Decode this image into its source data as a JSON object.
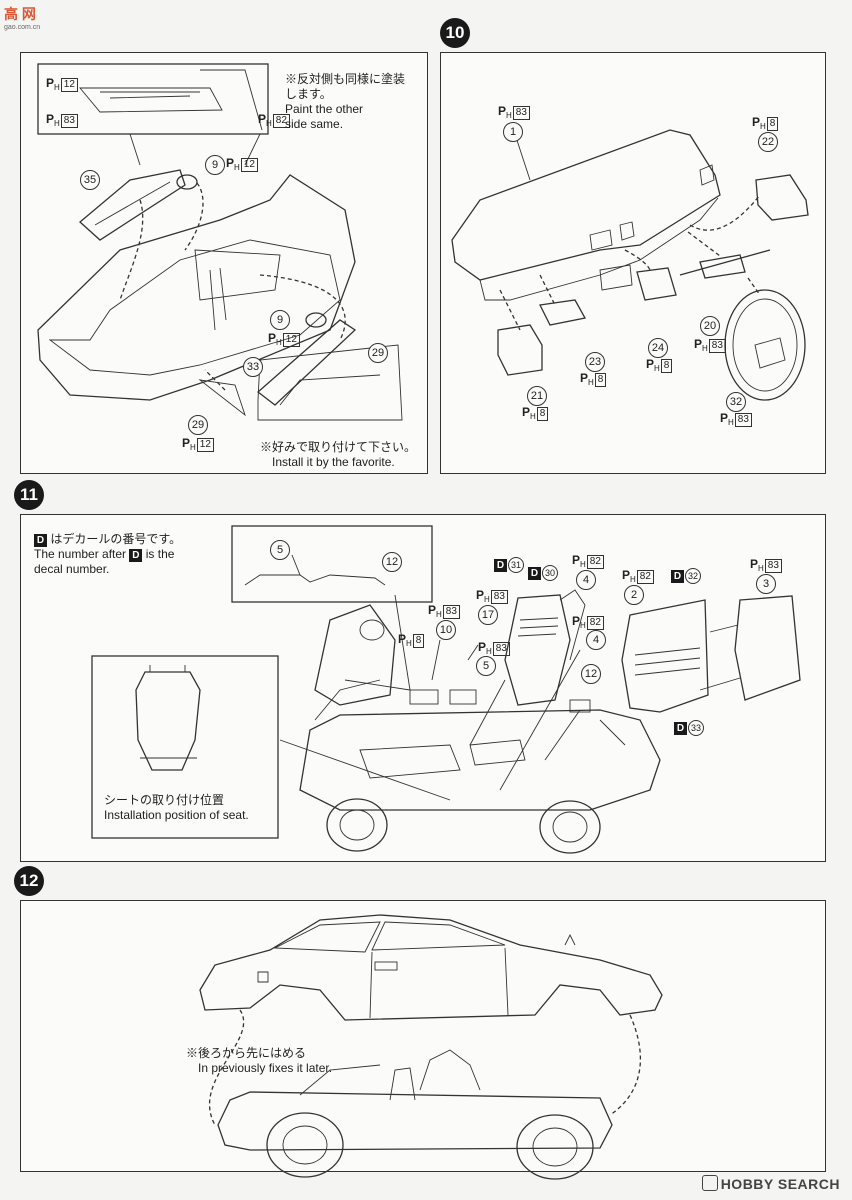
{
  "watermark": {
    "text": "高 网",
    "sub": "gao.com.cn"
  },
  "steps": {
    "s10": "10",
    "s11": "11",
    "s12": "12"
  },
  "step9": {
    "note_jp": "※反対側も同様に塗装します。",
    "note_en1": "Paint the other",
    "note_en2": "side same.",
    "install_jp": "※好みで取り付けて下さい。",
    "install_en": "Install it by the favorite.",
    "parts": [
      "35",
      "9",
      "9",
      "33",
      "29",
      "29"
    ],
    "ph": [
      "12",
      "83",
      "82",
      "12",
      "12",
      "12"
    ]
  },
  "step10": {
    "parts": [
      "1",
      "22",
      "20",
      "21",
      "23",
      "24",
      "32"
    ],
    "ph": [
      "83",
      "8",
      "83",
      "8",
      "8",
      "8",
      "83"
    ]
  },
  "step11": {
    "decal_jp": "はデカールの番号です。",
    "decal_en1": "The number after",
    "decal_en2": "is the",
    "decal_en3": "decal number.",
    "d_letter": "D",
    "seat_jp": "シートの取り付け位置",
    "seat_en": "Installation position of seat.",
    "parts": [
      "5",
      "12",
      "10",
      "17",
      "5",
      "4",
      "4",
      "2",
      "3",
      "12"
    ],
    "ph": [
      "83",
      "83",
      "8",
      "83",
      "82",
      "82",
      "82",
      "83"
    ],
    "decals": [
      "31",
      "30",
      "32",
      "33"
    ]
  },
  "step12": {
    "note_jp": "※後ろから先にはめる",
    "note_en": "In previously fixes it later."
  },
  "brand": "HOBBY SEARCH"
}
